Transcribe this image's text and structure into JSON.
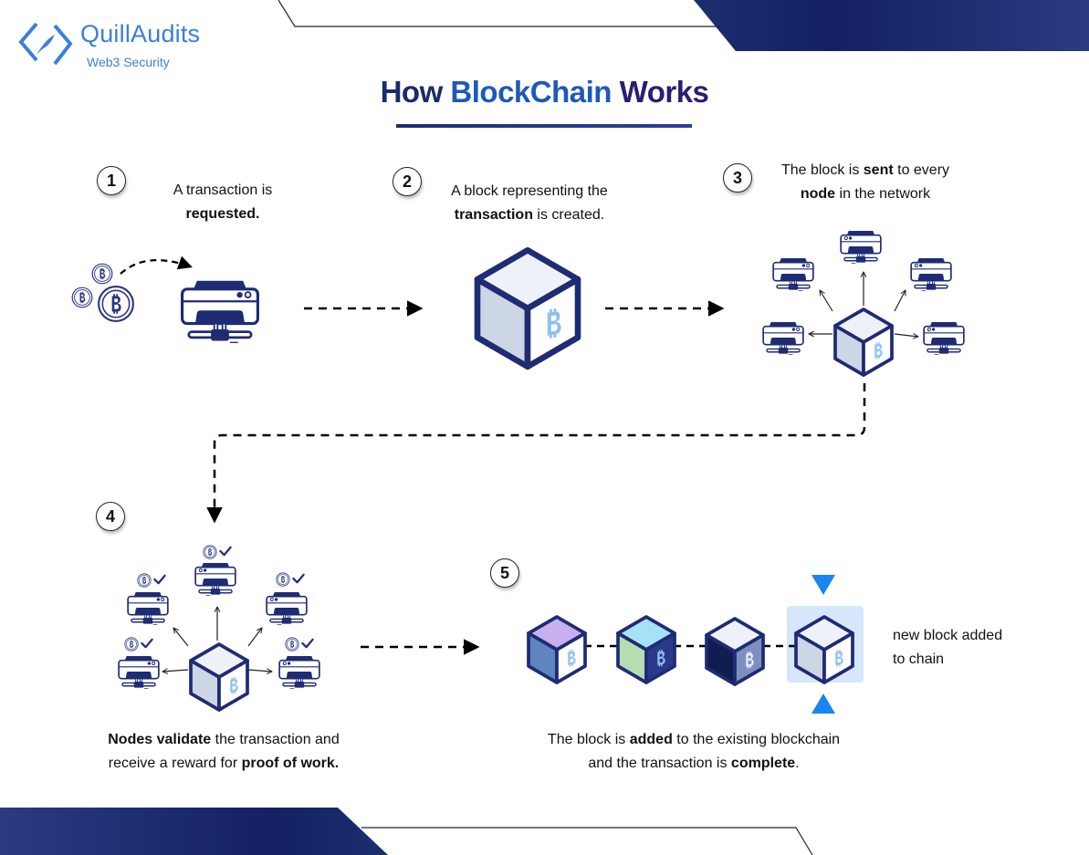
{
  "brand": {
    "name": "QuillAudits",
    "tagline": "Web3 Security",
    "logo_icon": "code-brackets-quill-icon",
    "color": "#3b7fd9"
  },
  "title": {
    "part1": "How ",
    "part2": "BlockChain",
    "part3": " Works"
  },
  "colors": {
    "navy": "#1f2b74",
    "dark_navy": "#14215c",
    "accent_blue": "#1a84f0",
    "bitcoin_light": "#8fc0f2",
    "highlight_bg": "#d6e6fb"
  },
  "steps": [
    {
      "number": "1",
      "line1": "A transaction is",
      "line2_bold": "requested.",
      "icons": [
        "bitcoin-coins-icon",
        "server-node-icon"
      ]
    },
    {
      "number": "2",
      "line1": "A block representing the",
      "line2_bold": "transaction",
      "line2_rest": " is created.",
      "icons": [
        "block-cube-icon"
      ]
    },
    {
      "number": "3",
      "line1_pre": "The block is ",
      "line1_bold": "sent",
      "line1_post": " to every",
      "line2_bold": "node",
      "line2_rest": " in the network",
      "icons": [
        "block-cube-icon",
        "server-node-icon"
      ]
    },
    {
      "number": "4",
      "line1_bold": "Nodes validate",
      "line1_rest": " the transaction and",
      "line2_pre": "receive a reward for ",
      "line2_bold": "proof of work.",
      "icons": [
        "block-cube-icon",
        "server-node-icon",
        "bitcoin-check-icon"
      ]
    },
    {
      "number": "5",
      "line1_pre": "The block is ",
      "line1_bold": "added",
      "line1_post": " to the existing blockchain",
      "line2_pre": "and the transaction is ",
      "line2_bold": "complete",
      "line2_post": ".",
      "side_label_1": "new block added",
      "side_label_2": "to chain",
      "icons": [
        "blockchain-cubes-icon",
        "triangle-marker-icon"
      ]
    }
  ]
}
